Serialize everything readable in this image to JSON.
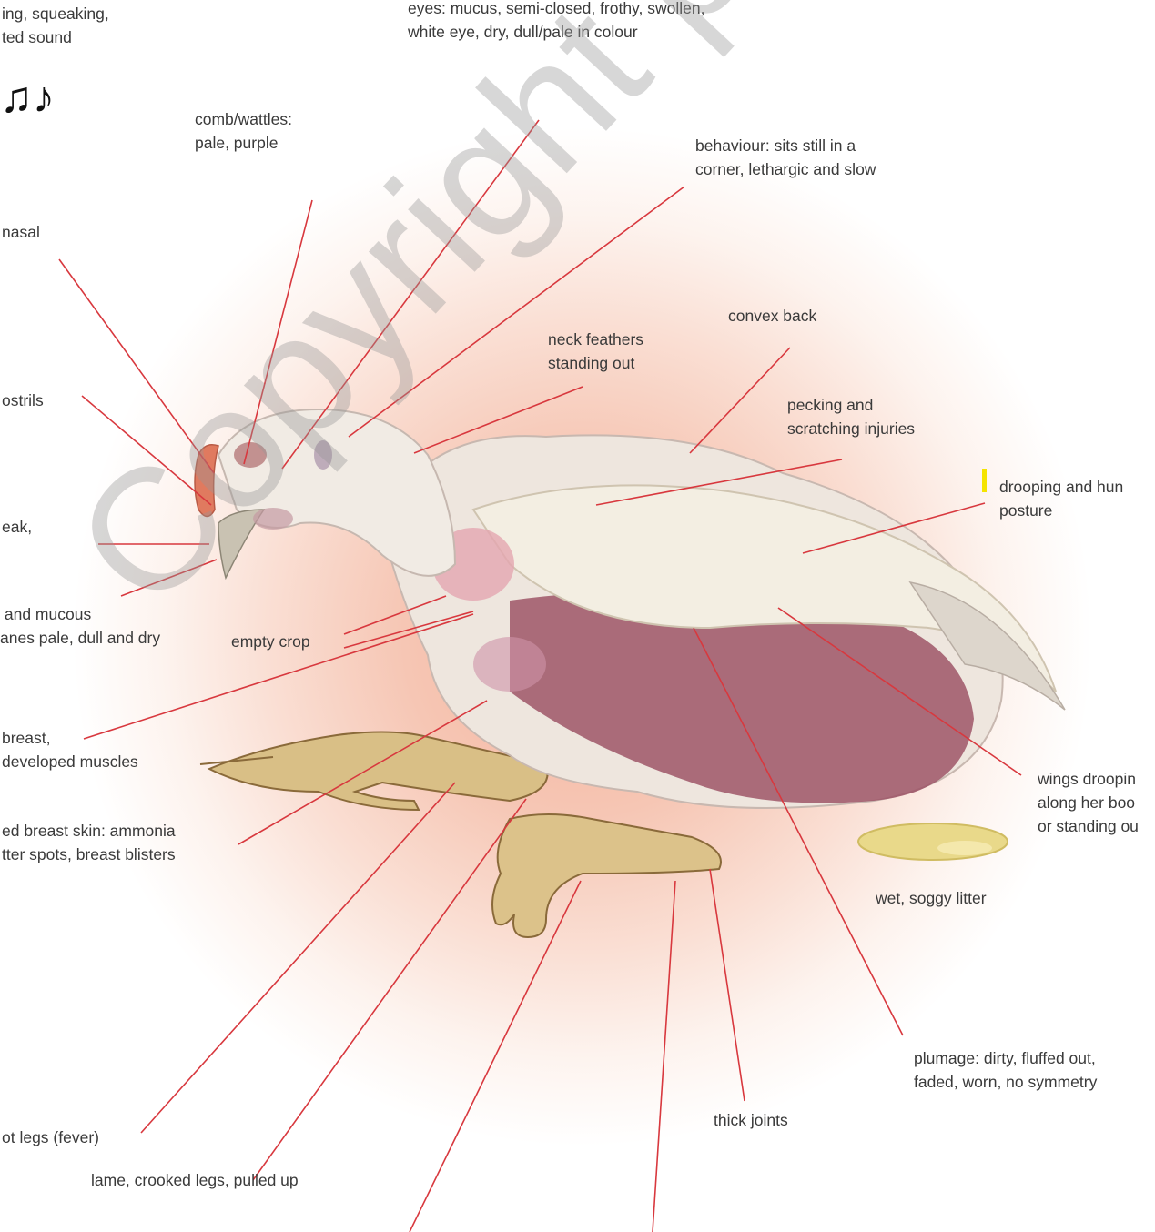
{
  "labels": {
    "squeaking": "ing, squeaking,\nted sound",
    "eyes": "eyes: mucus, semi-closed, frothy, swollen,\nwhite eye, dry, dull/pale in colour",
    "comb": "comb/wattles:\npale, purple",
    "behaviour": "behaviour: sits still in a\ncorner, lethargic and slow",
    "nasal": "nasal",
    "convex_back": "convex back",
    "neck_feathers": "neck feathers\nstanding out",
    "nostrils": "ostrils",
    "pecking": "pecking and\nscratching injuries",
    "drooping_posture": "drooping and hun\nposture",
    "beak": "eak,\n",
    "mucous": " and mucous\nanes pale, dull and dry",
    "empty_crop": "empty crop",
    "breast": "breast,\ndeveloped muscles",
    "wings": "wings droopin\nalong her boo\nor standing ou",
    "breast_skin": "ed breast skin: ammonia\ntter spots, breast blisters",
    "litter": "wet, soggy litter",
    "plumage": "plumage: dirty, fluffed out,\nfaded, worn, no symmetry",
    "thick_joints": "thick joints",
    "hot_legs": "ot legs (fever)",
    "lame": "lame, crooked legs, pulled up"
  },
  "music_notes": "♫♪",
  "watermark": "Copyright protected",
  "colors": {
    "leader_line": "#d8383e",
    "label_text": "#3a3a3a",
    "glow": "#f3b29b"
  }
}
